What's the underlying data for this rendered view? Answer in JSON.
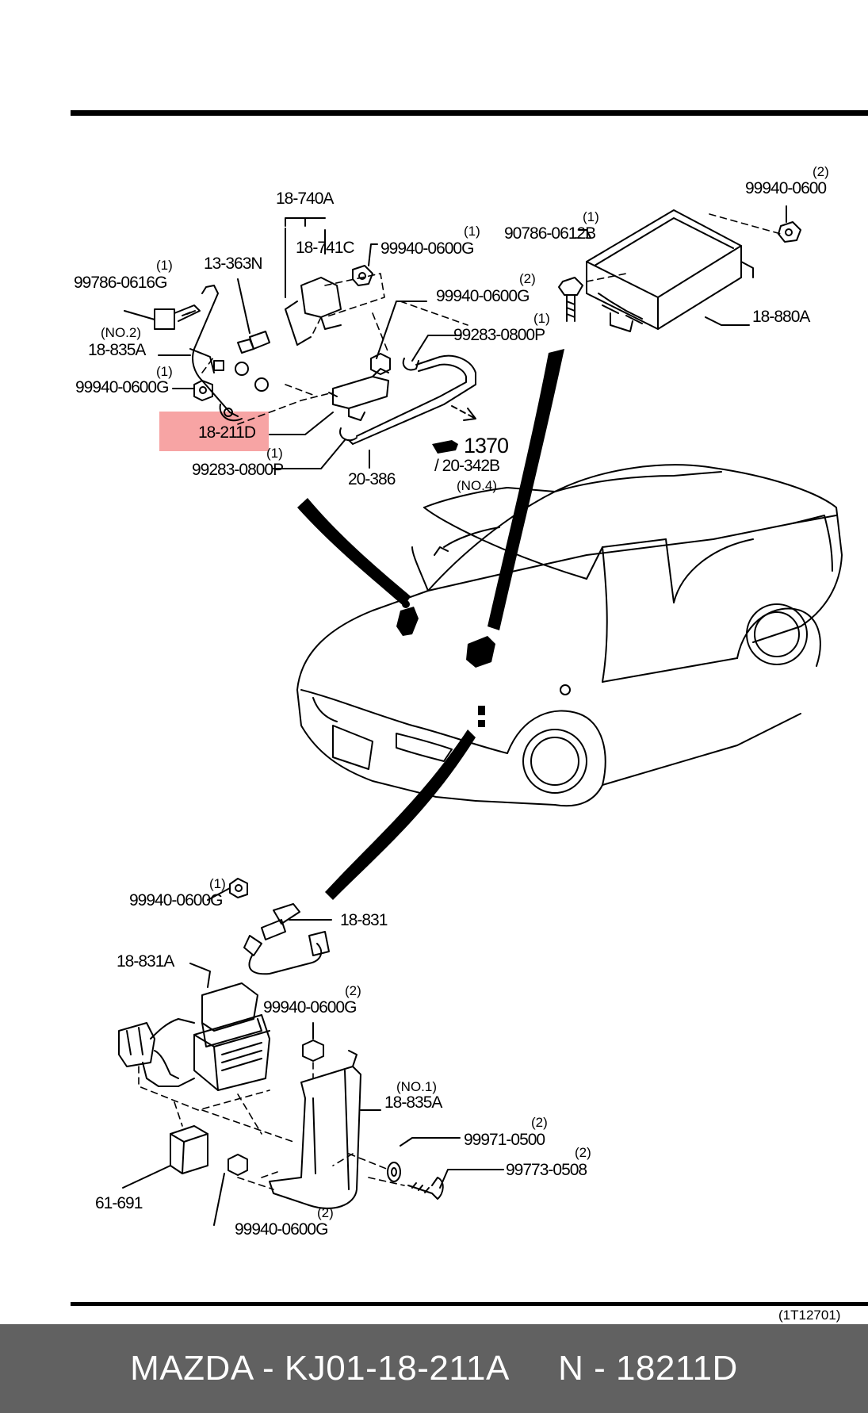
{
  "labels": {
    "l18_740A": "18-740A",
    "l18_741C": "18-741C",
    "l99940_0600G_a": "99940-0600G",
    "l13_363N": "13-363N",
    "l99786_0616G": "99786-0616G",
    "no2": "(NO.2)",
    "l18_835A_top": "18-835A",
    "l99940_0600G_b": "99940-0600G",
    "l99940_0600G_c": "99940-0600G",
    "l99283_0800P_a": "99283-0800P",
    "l18_211D": "18-211D",
    "l99283_0800P_b": "99283-0800P",
    "l20_386": "20-386",
    "l1370": "1370",
    "l20_342B": "/ 20-342B",
    "no4": "(NO.4)",
    "l90786_0612B": "90786-0612B",
    "l99940_0600_top": "99940-0600",
    "l18_880A": "18-880A",
    "l99940_0600G_d": "99940-0600G",
    "l18_831": "18-831",
    "l18_831A": "18-831A",
    "l99940_0600G_e": "99940-0600G",
    "no1": "(NO.1)",
    "l18_835A_bot": "18-835A",
    "l99971_0500": "99971-0500",
    "l99773_0508": "99773-0508",
    "l61_691": "61-691",
    "l99940_0600G_f": "99940-0600G",
    "ref": "(1T12701)"
  },
  "quantities": {
    "q1": "(1)",
    "q2": "(2)"
  },
  "footer": {
    "text": "MAZDA - KJ01-18-211A     N - 18211D"
  }
}
